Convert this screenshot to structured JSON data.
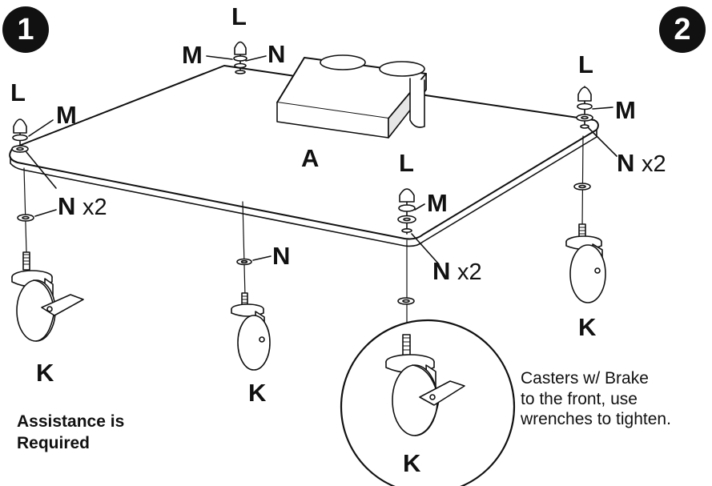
{
  "steps": {
    "first": "1",
    "second": "2"
  },
  "labels": {
    "L": "L",
    "M": "M",
    "N": "N",
    "A": "A",
    "K": "K",
    "qty_x2": "x2"
  },
  "notes": {
    "assistance_line1": "Assistance is",
    "assistance_line2": "Required",
    "caster_line1": "Casters w/ Brake",
    "caster_line2": "to the front, use",
    "caster_line3": "wrenches to tighten."
  },
  "colors": {
    "ink": "#111111",
    "paper": "#ffffff",
    "shade": "#e6e6e6"
  }
}
